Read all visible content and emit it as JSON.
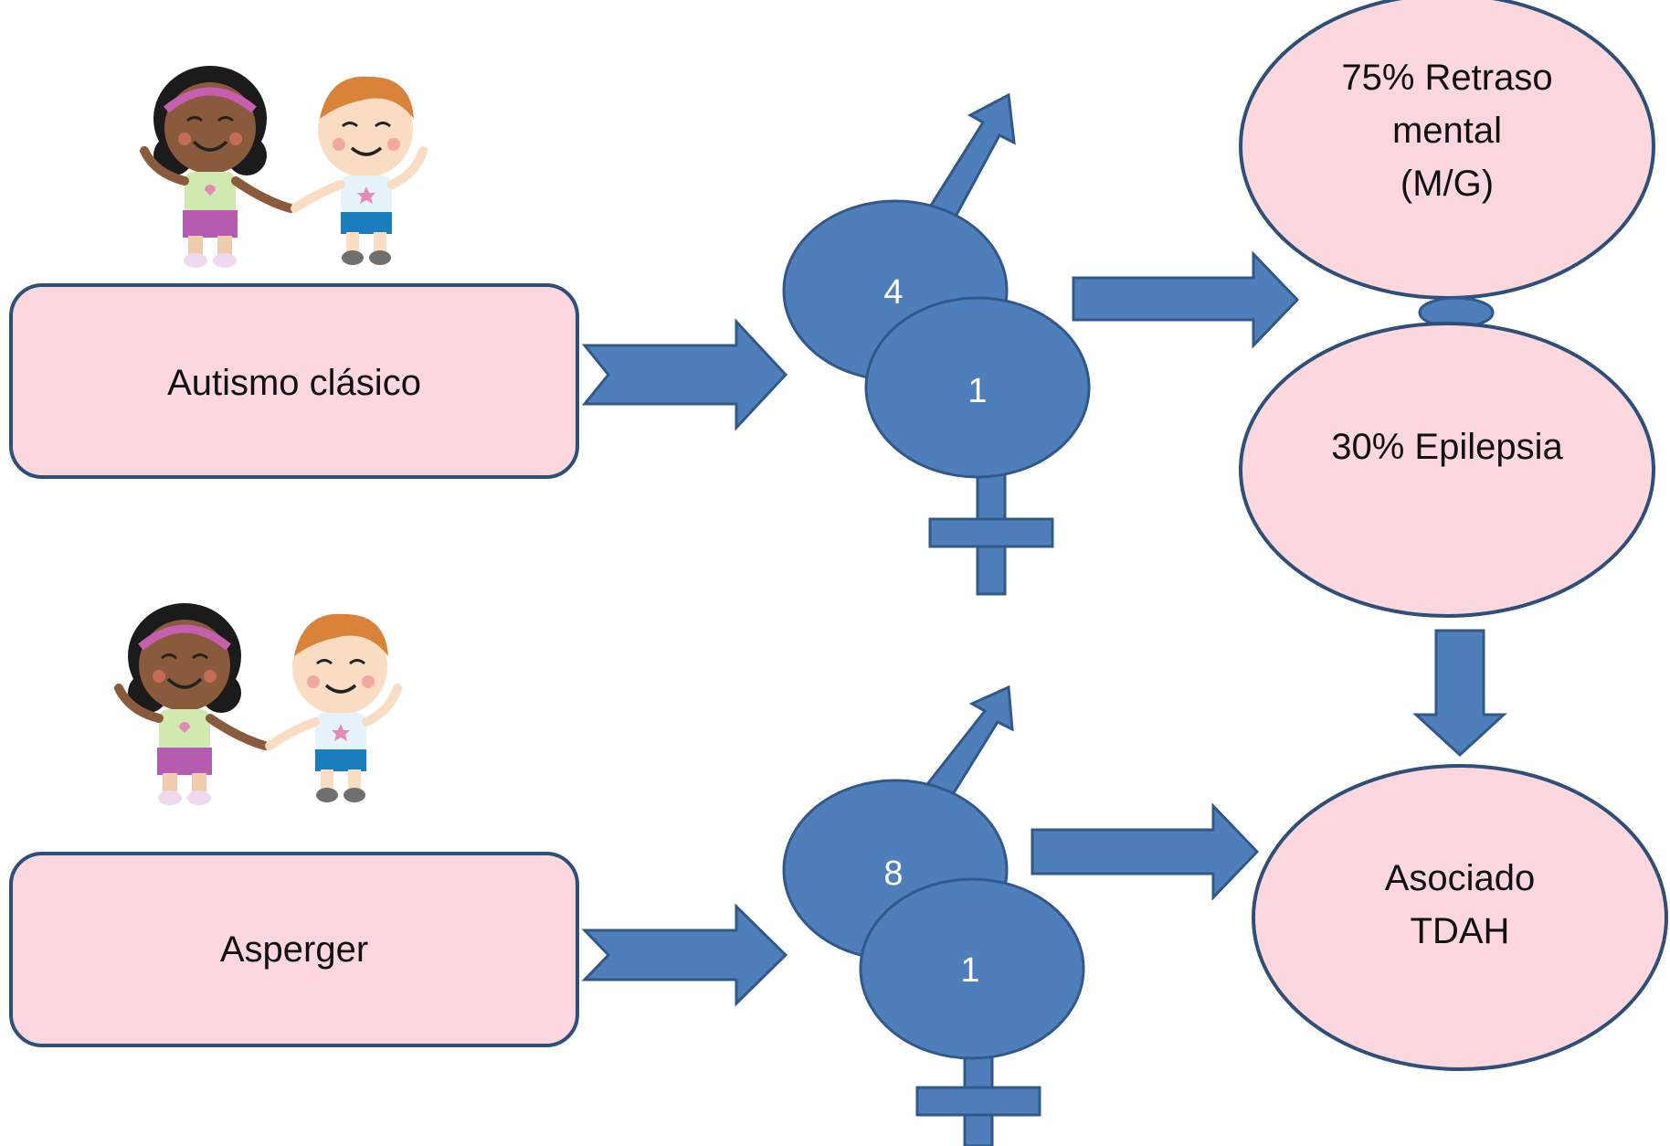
{
  "colors": {
    "box_fill": "#fdd7de",
    "box_stroke": "#2e4f78",
    "blue_fill": "#4f7fbb",
    "blue_stroke": "#31588a",
    "text_dark": "#111111",
    "text_light": "#ffffff"
  },
  "rows": [
    {
      "label": "Autismo clásico",
      "male_ratio": "4",
      "female_ratio": "1"
    },
    {
      "label": "Asperger",
      "male_ratio": "8",
      "female_ratio": "1"
    }
  ],
  "outcomes": {
    "retraso": {
      "line1": "75% Retraso",
      "line2": "mental",
      "line3": "(M/G)"
    },
    "epilepsia": {
      "line1": "30% Epilepsia"
    },
    "tdah": {
      "line1": "Asociado",
      "line2": "TDAH"
    }
  },
  "icons": {
    "children": "children-holding-hands-icon",
    "male": "male-symbol-icon",
    "female": "female-symbol-icon"
  }
}
